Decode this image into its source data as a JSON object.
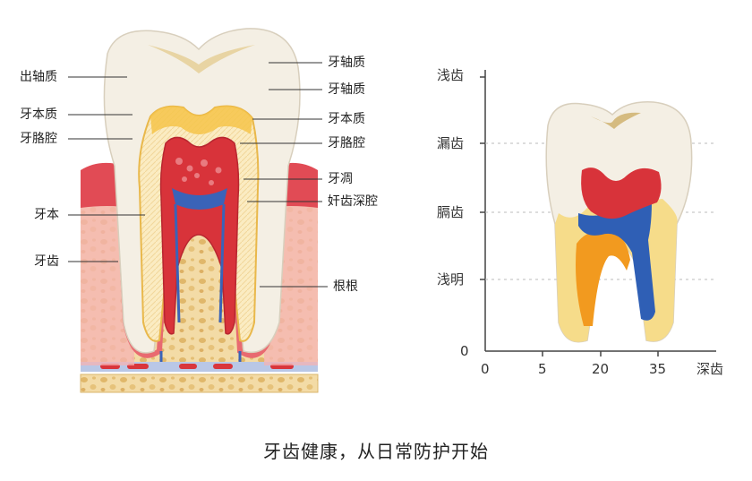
{
  "cross_section_labels": {
    "left": [
      "出轴质",
      "牙本质",
      "牙胳腔",
      "牙本",
      "牙齿"
    ],
    "right": [
      "牙轴质",
      "牙轴质",
      "牙本质",
      "牙胳腔",
      "牙凋",
      "奸齿深腔",
      "根根"
    ]
  },
  "stage_chart": {
    "y_labels": [
      "浅齿",
      "漏齿",
      "膈齿",
      "浅明",
      "0"
    ],
    "x_labels": [
      "0",
      "5",
      "20",
      "35",
      "深齿"
    ]
  },
  "caption": "牙齿健康，从日常防护开始",
  "colors": {
    "enamel": "#f4efe4",
    "dentin": "#f6dc8a",
    "pulp": "#d8333a",
    "nerve": "#3a63b8",
    "gum": "#e86a70",
    "bone": "#f1d59b",
    "chart_red": "#d8333a",
    "chart_blue": "#2f5fb5",
    "chart_orange": "#f29a1f",
    "chart_yellow": "#f6dc8a"
  }
}
